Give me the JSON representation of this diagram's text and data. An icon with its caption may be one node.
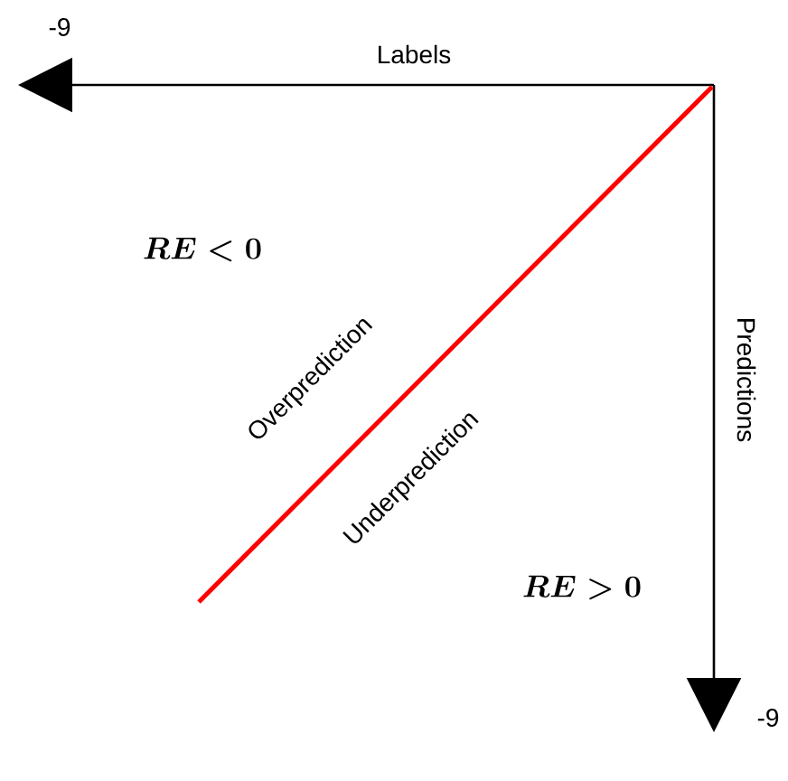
{
  "diagram": {
    "labels": [
      "-9",
      "Labels",
      "RE < 0",
      "Overprediction",
      "Predictions",
      "Underprediction",
      "RE > 0",
      "-9"
    ]
  }
}
